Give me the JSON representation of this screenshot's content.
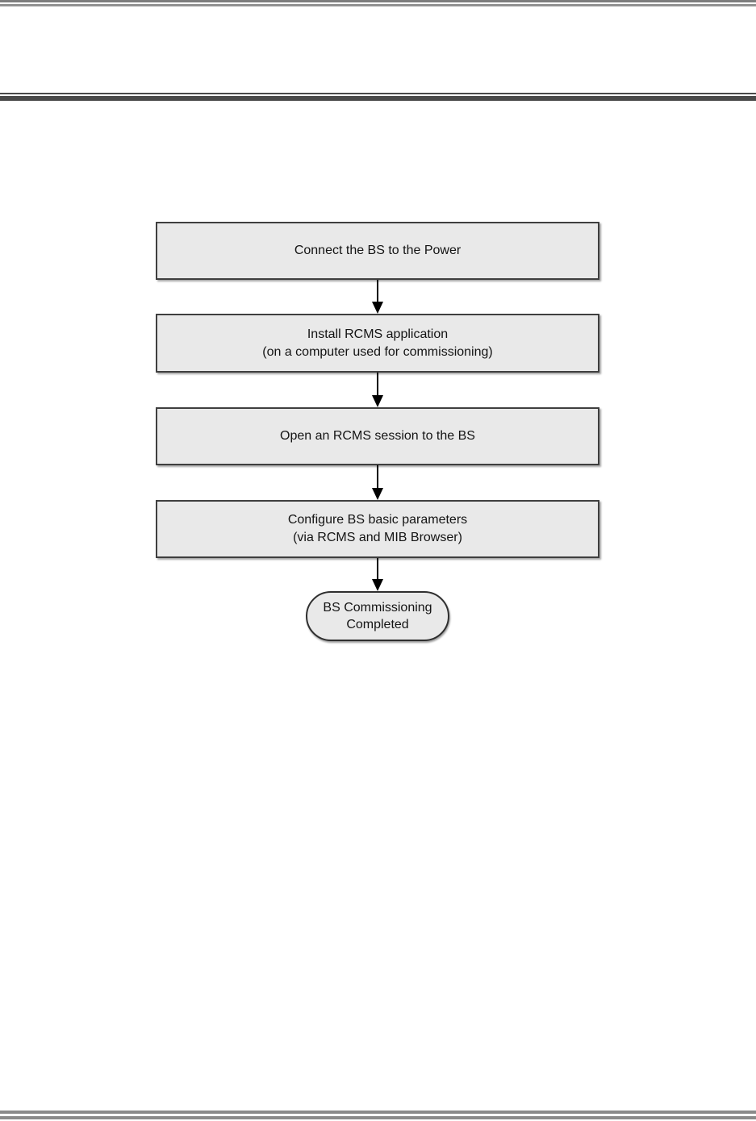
{
  "decorations": {
    "top_rule_color": "#7d7d7d",
    "top_rule_color_2": "#929292",
    "header_rule_color": "#4a4a4a",
    "bottom_rule_color": "#8a8a8a"
  },
  "flowchart": {
    "box_fill": "#e9e9e9",
    "box_border": "#3f3f3f",
    "arrow_color": "#000000",
    "steps": [
      {
        "line1": "Connect the BS to the Power"
      },
      {
        "line1": "Install RCMS application",
        "line2": "(on a computer used for commissioning)"
      },
      {
        "line1": "Open an RCMS session to the BS"
      },
      {
        "line1": "Configure BS basic parameters",
        "line2": "(via RCMS and MIB Browser)"
      }
    ],
    "terminator": {
      "line1": "BS Commissioning",
      "line2": "Completed"
    }
  }
}
